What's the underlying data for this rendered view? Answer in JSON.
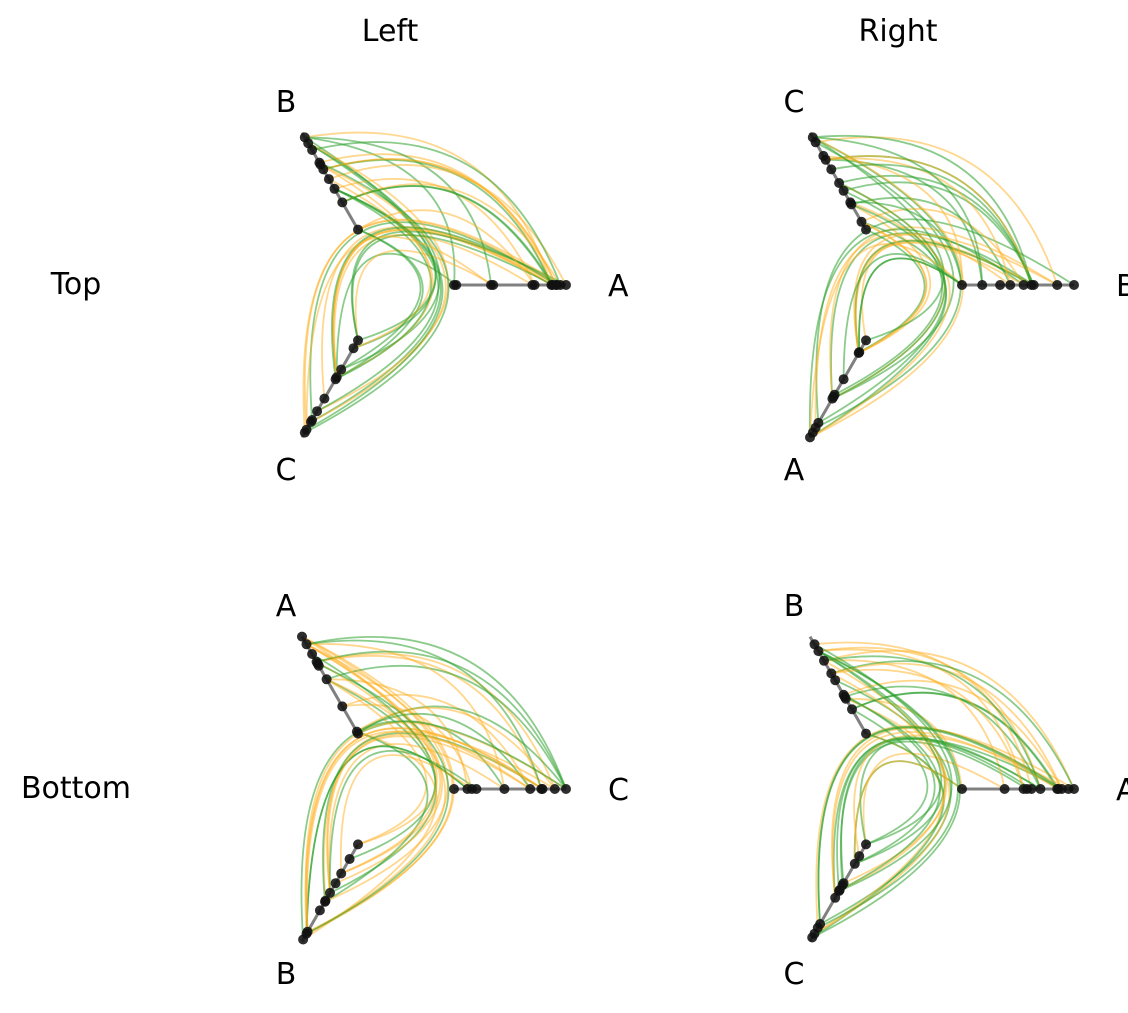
{
  "figure": {
    "columns": [
      "Left",
      "Right"
    ],
    "rows": [
      "Top",
      "Bottom"
    ],
    "colors": {
      "edge_a": "#2ca02c",
      "edge_b": "#ffb020",
      "axis": "#808080",
      "node": "#111111"
    }
  },
  "panels": [
    {
      "id": "top-left",
      "axis_labels": [
        "A",
        "B",
        "C"
      ],
      "nodes": [
        [
          0.0,
          0.02,
          0.33,
          0.35,
          0.7,
          0.72,
          0.87,
          0.88,
          0.91,
          0.92,
          0.95,
          1.0
        ],
        [
          0.0,
          0.28,
          0.42,
          0.52,
          0.62,
          0.67,
          0.69,
          0.82,
          0.89,
          0.95
        ],
        [
          0.0,
          0.08,
          0.3,
          0.38,
          0.4,
          0.6,
          0.73,
          0.82,
          0.84,
          0.92,
          0.95
        ]
      ]
    },
    {
      "id": "top-right",
      "axis_labels": [
        "B",
        "C",
        "A"
      ],
      "nodes": [
        [
          0.0,
          0.18,
          0.34,
          0.43,
          0.55,
          0.62,
          0.64,
          0.85,
          1.0
        ],
        [
          0.0,
          0.08,
          0.26,
          0.28,
          0.4,
          0.48,
          0.62,
          0.72,
          0.76,
          0.9,
          0.95
        ],
        [
          0.0,
          0.12,
          0.13,
          0.4,
          0.56,
          0.58,
          0.6,
          0.85,
          0.9,
          0.95,
          1.0
        ]
      ]
    },
    {
      "id": "bottom-left",
      "axis_labels": [
        "C",
        "A",
        "B"
      ],
      "nodes": [
        [
          0.0,
          0.12,
          0.16,
          0.2,
          0.45,
          0.68,
          0.78,
          0.79,
          0.9,
          1.0
        ],
        [
          0.0,
          0.02,
          0.28,
          0.56,
          0.7,
          0.72,
          0.74,
          0.82,
          0.92,
          1.0
        ],
        [
          0.0,
          0.15,
          0.3,
          0.4,
          0.5,
          0.58,
          0.59,
          0.68,
          0.9,
          0.92,
          0.98
        ]
      ]
    },
    {
      "id": "bottom-right",
      "axis_labels": [
        "A",
        "B",
        "C"
      ],
      "nodes": [
        [
          0.0,
          0.38,
          0.55,
          0.58,
          0.62,
          0.7,
          0.85,
          0.86,
          0.89,
          0.95,
          1.0
        ],
        [
          0.0,
          0.25,
          0.36,
          0.38,
          0.4,
          0.55,
          0.62,
          0.75,
          0.85,
          0.92
        ],
        [
          0.0,
          0.12,
          0.2,
          0.4,
          0.42,
          0.47,
          0.48,
          0.55,
          0.82,
          0.86,
          0.92,
          0.96
        ]
      ]
    }
  ]
}
